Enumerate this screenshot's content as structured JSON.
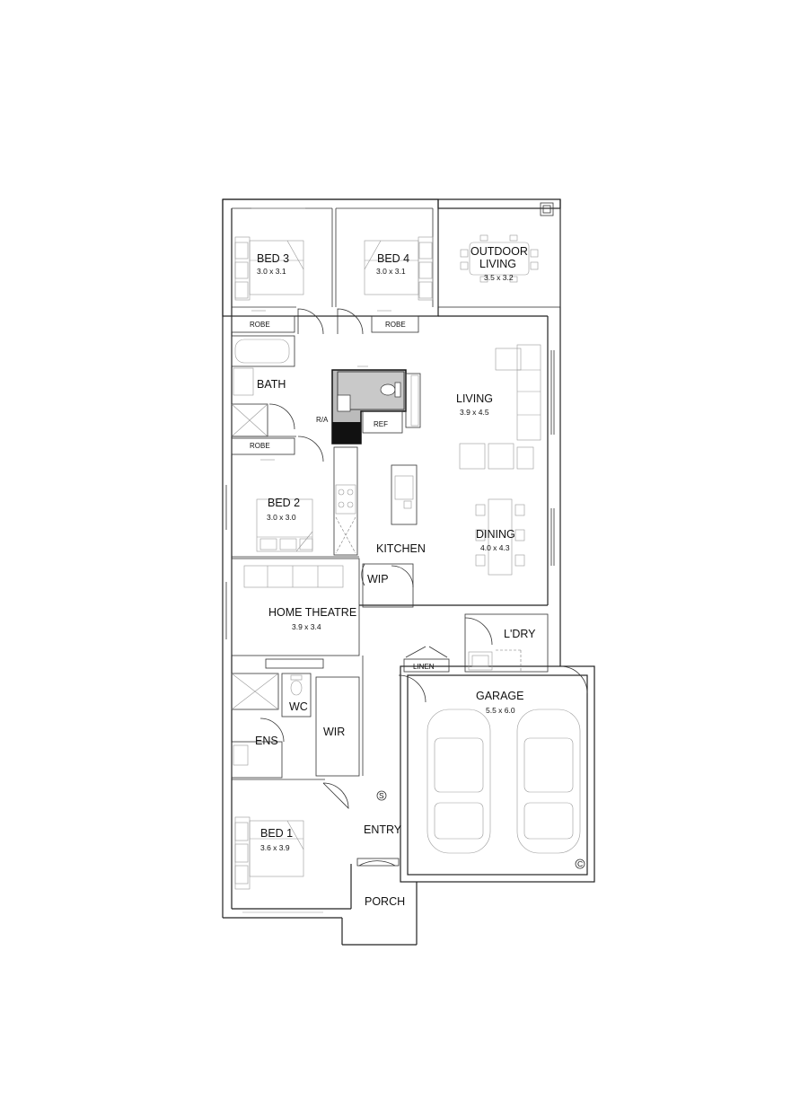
{
  "rooms": {
    "bed3": {
      "name": "BED 3",
      "size": "3.0 x 3.1"
    },
    "bed4": {
      "name": "BED 4",
      "size": "3.0 x 3.1"
    },
    "outdoor": {
      "name1": "OUTDOOR",
      "name2": "LIVING",
      "size": "3.5 x 3.2"
    },
    "living": {
      "name": "LIVING",
      "size": "3.9 x 4.5"
    },
    "bed2": {
      "name": "BED 2",
      "size": "3.0 x 3.0"
    },
    "dining": {
      "name": "DINING",
      "size": "4.0 x 4.3"
    },
    "home_theatre": {
      "name": "HOME THEATRE",
      "size": "3.9 x 3.4"
    },
    "garage": {
      "name": "GARAGE",
      "size": "5.5 x 6.0"
    },
    "bed1": {
      "name": "BED 1",
      "size": "3.6 x 3.9"
    },
    "kitchen": {
      "name": "KITCHEN"
    },
    "bath": {
      "name": "BATH"
    },
    "ldry": {
      "name": "L'DRY"
    },
    "wip": {
      "name": "WIP"
    },
    "wc": {
      "name": "WC"
    },
    "wir": {
      "name": "WIR"
    },
    "ens": {
      "name": "ENS"
    },
    "entry": {
      "name": "ENTRY"
    },
    "porch": {
      "name": "PORCH"
    }
  },
  "fixtures": {
    "robe_1": "ROBE",
    "robe_2": "ROBE",
    "robe_3": "ROBE",
    "linen": "LINEN",
    "ref": "REF",
    "ra": "R/A",
    "s_symbol": "S",
    "c_symbol": "C"
  }
}
